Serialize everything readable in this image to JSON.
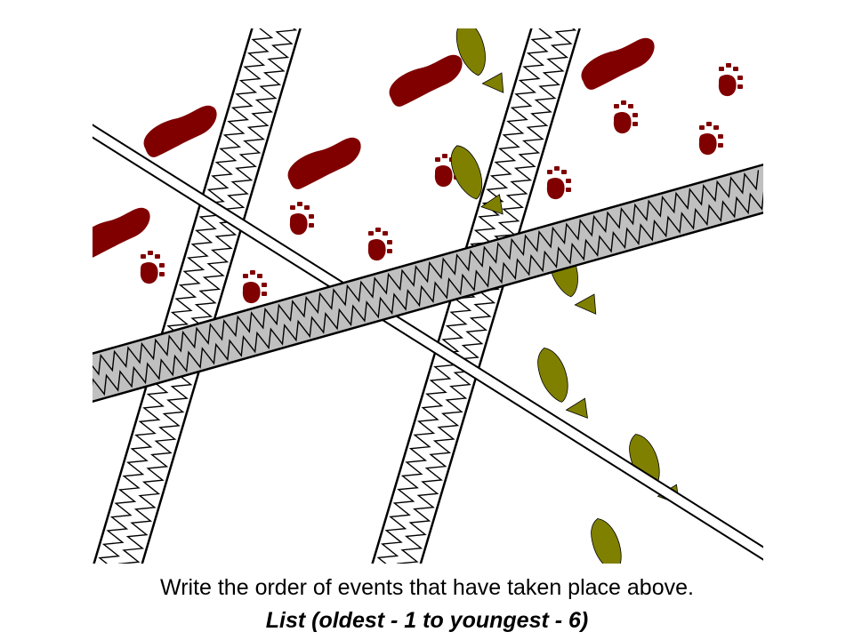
{
  "caption": {
    "line1": "Write the order of events that have taken place above.",
    "line2": "List (oldest - 1 to youngest - 6)"
  },
  "colors": {
    "human_footprint": "#800000",
    "paw_print": "#800000",
    "bird_track": "#808000",
    "gray_tire_track": "#c0c0c0",
    "outline": "#000000",
    "background": "#ffffff"
  },
  "diagram": {
    "features": [
      "human-footprints",
      "animal-paw-prints",
      "bird-tracks",
      "tire-track-left",
      "tire-track-right",
      "gray-tire-track",
      "thin-double-line"
    ]
  }
}
